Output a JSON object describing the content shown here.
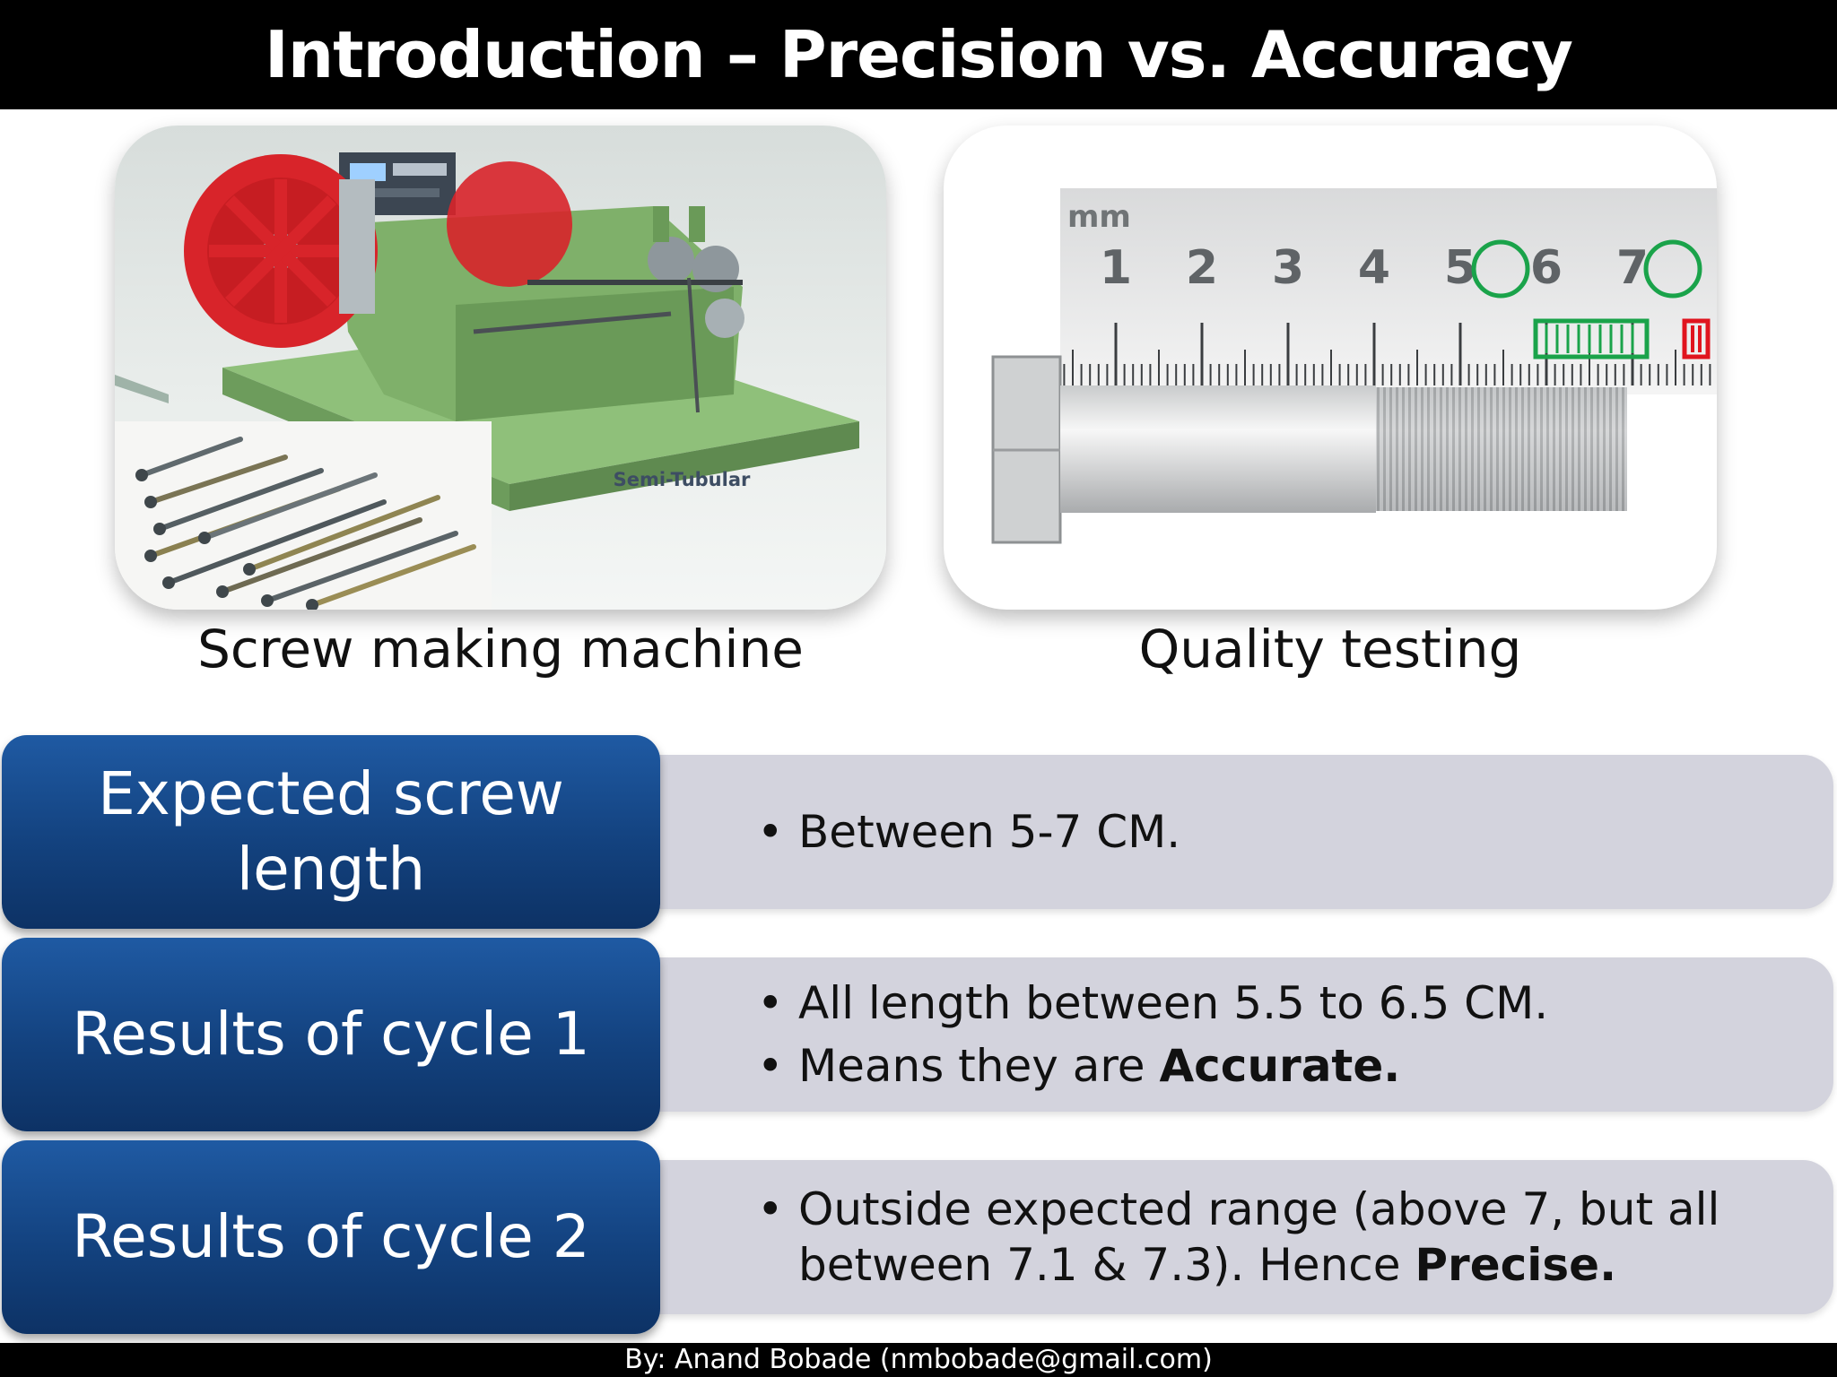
{
  "slide": {
    "title": "Introduction – Precision vs. Accuracy"
  },
  "images": {
    "left": {
      "caption": "Screw making machine",
      "machine_label": "Semi-Tubular"
    },
    "right": {
      "caption": "Quality testing",
      "ruler_unit": "mm",
      "ruler_numbers": [
        "1",
        "2",
        "3",
        "4",
        "5",
        "6",
        "7"
      ],
      "circled_numbers": [
        "5",
        "7"
      ]
    }
  },
  "rows": [
    {
      "label": "Expected screw length",
      "bullets": [
        {
          "text": "Between 5-7 CM.",
          "bold": ""
        }
      ]
    },
    {
      "label": "Results of cycle 1",
      "bullets": [
        {
          "text": "All length between 5.5 to 6.5 CM.",
          "bold": ""
        },
        {
          "text": "Means they are ",
          "bold": "Accurate."
        }
      ]
    },
    {
      "label": "Results of cycle 2",
      "bullets": [
        {
          "text": "Outside expected range (above  7, but all between 7.1 & 7.3). Hence ",
          "bold": "Precise."
        }
      ]
    }
  ],
  "footer": {
    "credit": "By: Anand Bobade (nmbobade@gmail.com)"
  },
  "colors": {
    "title_bar": "#000000",
    "label_box": "#13427f",
    "content_box": "#d3d3dd",
    "machine_green": "#7fb06a",
    "flywheel_red": "#d8242a",
    "circle_green": "#1aa34a",
    "marker_red": "#e0141e"
  }
}
